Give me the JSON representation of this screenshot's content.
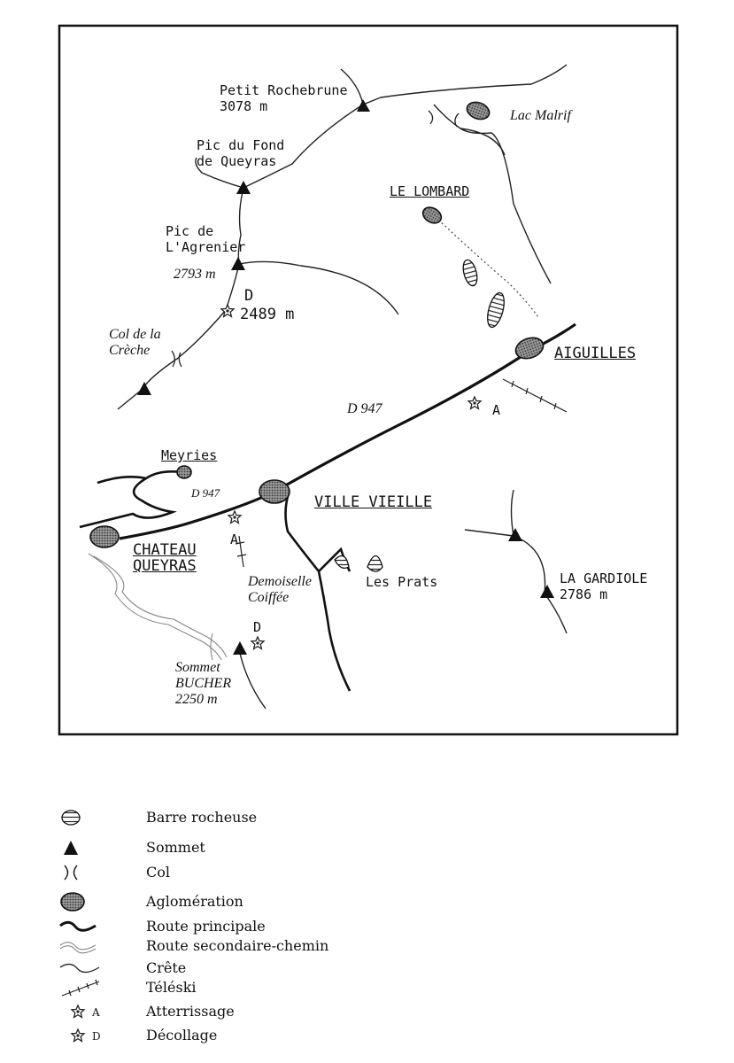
{
  "map": {
    "places": {
      "petit_rochebrune": "Petit Rochebrune\n3078 m",
      "lac_malrif": "Lac Malrif",
      "pic_fond_queyras": "Pic du Fond\nde Queyras",
      "le_lombard": "LE LOMBARD",
      "pic_agrenier": "Pic de\nL'Agrenier",
      "agrenier_alt": "2793 m",
      "decollage_marker_1": "D",
      "takeoff_alt": "2489 m",
      "col_creche": "Col de la\nCrèche",
      "aiguilles": "AIGUILLES",
      "road_d947_main": "D 947",
      "atterrissage_marker_1": "A",
      "meyries": "Meyries",
      "road_d947_small": "D 947",
      "ville_vieille": "VILLE VIEILLE",
      "chateau_queyras": "CHATEAU\nQUEYRAS",
      "atterrissage_marker_2": "A",
      "demoiselle_coiffee": "Demoiselle\nCoiffée",
      "les_prats": "Les Prats",
      "la_gardiole": "LA GARDIOLE\n2786 m",
      "decollage_marker_2": "D",
      "sommet_bucher": "Sommet\nBUCHER\n2250 m"
    }
  },
  "legend": {
    "items": [
      {
        "symbol": "barre-rocheuse",
        "label": "Barre rocheuse"
      },
      {
        "symbol": "sommet",
        "label": "Sommet"
      },
      {
        "symbol": "col",
        "label": "Col"
      },
      {
        "symbol": "agglomeration",
        "label": "Aglomération"
      },
      {
        "symbol": "route-principale",
        "label": "Route principale"
      },
      {
        "symbol": "route-secondaire",
        "label": "Route secondaire-chemin"
      },
      {
        "symbol": "crete",
        "label": "Crête"
      },
      {
        "symbol": "teleski",
        "label": "Téléski"
      },
      {
        "symbol": "atterrissage",
        "label": "Atterrissage",
        "marker": "A"
      },
      {
        "symbol": "decollage",
        "label": "Décollage",
        "marker": "D"
      }
    ]
  }
}
